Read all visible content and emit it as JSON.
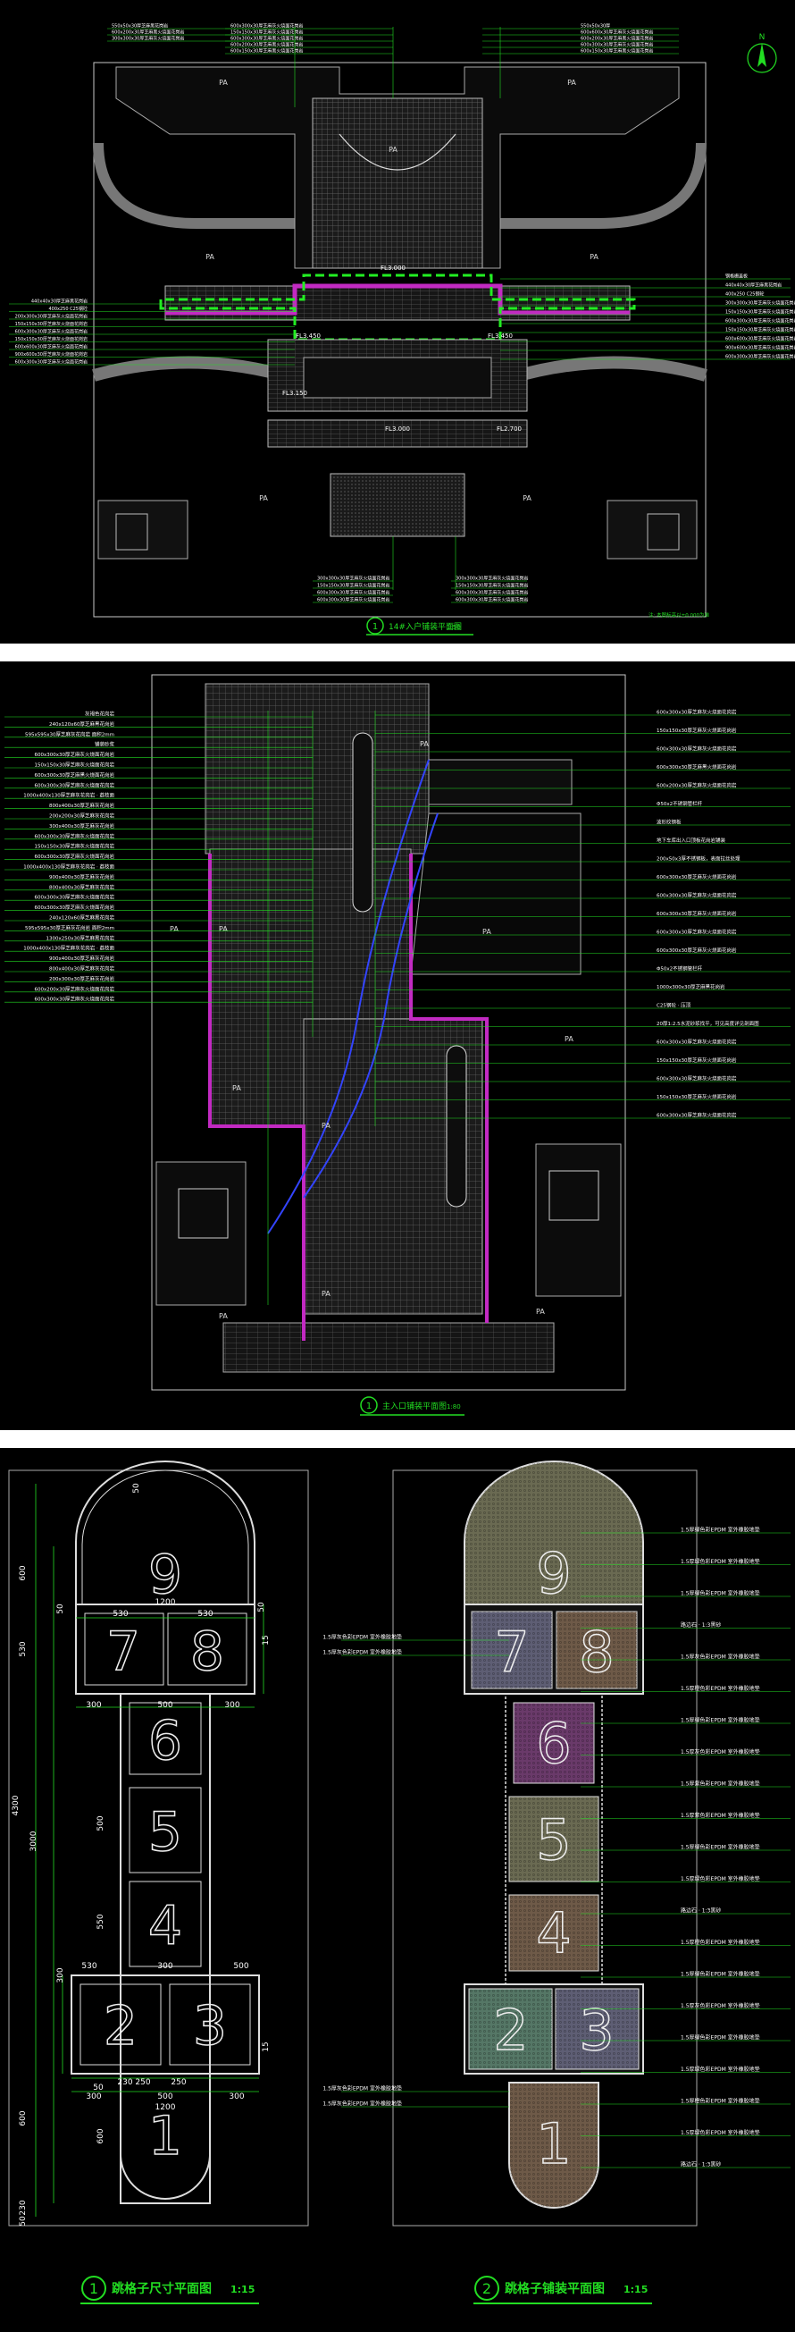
{
  "colors": {
    "background": "#000000",
    "separator": "#ffffff",
    "leader_line": "#22dd22",
    "outline": "#d8d8d8",
    "paving": "#6a6a6a",
    "magenta": "#c22ac2",
    "blue": "#3344ff",
    "tile_9": "#6a6a52",
    "tile_8": "#6e5a48",
    "tile_7": "#5e5e74",
    "tile_6": "#6a3a6a",
    "tile_5": "#6a6a52",
    "tile_4": "#6e5a48",
    "tile_3": "#5e5e74",
    "tile_2": "#557766",
    "tile_1": "#6e5a48"
  },
  "plan1": {
    "north_arrow_letter": "N",
    "area_label": "PA",
    "elevations": [
      "FL3.000",
      "FL3.450",
      "FL3.450",
      "FL3.150",
      "FL3.000",
      "FL2.700"
    ],
    "top_left_notes": [
      "550x50x30厚芝麻黑花岗岩",
      "600x200x30厚芝麻黑火烧面花岗岩",
      "300x300x30厚芝麻灰火烧面花岗岩"
    ],
    "top_mid_notes": [
      "600x300x30厚芝麻灰火烧面花岗岩",
      "150x150x30厚芝麻灰火烧面花岗岩",
      "600x300x30厚芝麻黑火烧面花岗岩",
      "600x200x30厚芝麻黑火烧面花岗岩",
      "600x150x30厚芝麻黑火烧面花岗岩"
    ],
    "top_right_notes": [
      "550x50x30厚",
      "600x600x30厚芝麻灰火烧面花岗岩",
      "600x200x30厚芝麻黑火烧面花岗岩",
      "600x300x30厚芝麻灰火烧面花岗岩",
      "600x150x30厚芝麻黑火烧面花岗岩"
    ],
    "left_notes": [
      "440x40x30厚芝麻黑花岗岩",
      "400x250 C25钢砼",
      "200x300x30厚芝麻灰火烧面花岗岩",
      "150x150x30厚芝麻灰火烧面花岗岩",
      "600x300x30厚芝麻灰火烧面花岗岩",
      "150x150x30厚芝麻灰火烧面花岗岩",
      "600x600x30厚芝麻灰火烧面花岗岩",
      "900x600x30厚芝麻灰火烧面花岗岩",
      "600x300x30厚芝麻灰火烧面花岗岩"
    ],
    "right_notes": [
      "钢格栅盖板",
      "440x40x30厚芝麻黑花岗岩",
      "400x250 C25钢砼",
      "300x300x30厚芝麻灰火烧面花岗岩",
      "150x150x30厚芝麻灰火烧面花岗岩",
      "600x300x30厚芝麻灰火烧面花岗岩",
      "150x150x30厚芝麻灰火烧面花岗岩",
      "600x600x30厚芝麻灰火烧面花岗岩",
      "900x600x30厚芝麻灰火烧面花岗岩",
      "600x300x30厚芝麻灰火烧面花岗岩"
    ],
    "bottom_left_notes": [
      "300x300x30厚芝麻灰火烧面花岗岩",
      "150x150x30厚芝麻灰火烧面花岗岩",
      "600x300x30厚芝麻灰火烧面花岗岩",
      "600x300x30厚芝麻灰火烧面花岗岩"
    ],
    "bottom_right_notes": [
      "300x300x30厚芝麻灰火烧面花岗岩",
      "150x150x30厚芝麻灰火烧面花岗岩",
      "600x300x30厚芝麻灰火烧面花岗岩",
      "600x300x30厚芝麻灰火烧面花岗岩"
    ],
    "title_number": "1",
    "title_text": "14#入户铺装平面图",
    "title_scale": "1:50",
    "footnote": "注: 本图标高以±0.000为准"
  },
  "plan2": {
    "area_label": "PA",
    "left_notes": [
      "灰褐色花岗岩",
      "240x120x60厚芝麻黑花岗岩",
      "595x595x30厚芝麻灰花岗岩 面积2mm",
      "铺装砂浆",
      "600x300x30厚芝麻灰火烧面花岗岩",
      "150x150x30厚芝麻灰火烧面花岗岩",
      "600x300x30厚芝麻黑火烧面花岗岩",
      "600x300x30厚芝麻灰火烧面花岗岩",
      "1000x400x130厚芝麻灰花岗岩 · 荔枝面",
      "800x400x30厚芝麻灰花岗岩",
      "200x200x30厚芝麻灰花岗岩",
      "300x400x30厚芝麻灰花岗岩",
      "600x300x30厚芝麻灰火烧面花岗岩",
      "150x150x30厚芝麻灰火烧面花岗岩",
      "600x300x30厚芝麻灰火烧面花岗岩",
      "1000x400x130厚芝麻灰花岗岩 · 荔枝面",
      "900x400x30厚芝麻灰花岗岩",
      "800x400x30厚芝麻灰花岗岩",
      "600x300x30厚芝麻灰火烧面花岗岩",
      "600x300x30厚芝麻灰火烧面花岗岩",
      "240x120x60厚芝麻黑花岗岩",
      "595x595x30厚芝麻灰花岗岩 面积2mm",
      "1300x250x30厚芝麻黑花岗岩",
      "1000x400x130厚芝麻灰花岗岩 · 荔枝面",
      "900x400x30厚芝麻灰花岗岩",
      "800x400x30厚芝麻灰花岗岩",
      "200x300x30厚芝麻灰花岗岩",
      "600x200x30厚芝麻灰火烧面花岗岩",
      "600x300x30厚芝麻灰火烧面花岗岩"
    ],
    "right_notes": [
      "600x300x30厚芝麻灰火烧面花岗岩",
      "150x150x30厚芝麻灰火烧面花岗岩",
      "600x300x30厚芝麻灰火烧面花岗岩",
      "600x300x30厚芝麻黑火烧面花岗岩",
      "600x200x30厚芝麻灰火烧面花岗岩",
      "Φ50x2不锈钢管栏杆",
      "波形纹钢板",
      "地下车库出入口顶板花岗岩铺装",
      "200x50x3厚不锈钢板，表面拉丝处理",
      "600x300x30厚芝麻灰火烧面花岗岩",
      "600x300x30厚芝麻灰火烧面花岗岩",
      "600x300x30厚芝麻灰火烧面花岗岩",
      "600x300x30厚芝麻灰火烧面花岗岩",
      "600x300x30厚芝麻灰火烧面花岗岩",
      "Φ50x2不锈钢管栏杆",
      "1000x300x30厚芝麻黑花岗岩",
      "C25钢砼 · 压顶",
      "20厚1:2.5水泥砂浆找平，可见高度详见剖面图",
      "600x300x30厚芝麻灰火烧面花岗岩",
      "150x150x30厚芝麻灰火烧面花岗岩",
      "600x300x30厚芝麻灰火烧面花岗岩",
      "150x150x30厚芝麻灰火烧面花岗岩",
      "600x300x30厚芝麻灰火烧面花岗岩"
    ],
    "title_number": "1",
    "title_text": "主入口铺装平面图",
    "title_scale": "1:80"
  },
  "hopscotch_dims": {
    "numbers": [
      "9",
      "8",
      "7",
      "6",
      "5",
      "4",
      "3",
      "2",
      "1"
    ],
    "dims": [
      "600",
      "1200",
      "530",
      "530",
      "530",
      "50",
      "50",
      "300",
      "500",
      "300",
      "500",
      "550",
      "530",
      "300",
      "500",
      "300",
      "50",
      "230",
      "250",
      "250",
      "300",
      "500",
      "300",
      "1200",
      "600",
      "600",
      "4300",
      "3000",
      "230",
      "50",
      "15",
      "15",
      "50"
    ],
    "title_number": "1",
    "title_text": "跳格子尺寸平面图",
    "title_scale": "1:15"
  },
  "hopscotch_paving": {
    "numbers": [
      "9",
      "8",
      "7",
      "6",
      "5",
      "4",
      "3",
      "2",
      "1"
    ],
    "right_notes": [
      "1.5厚绿色彩EPDM 室外橡胶地垫",
      "1.5厚绿色彩EPDM 室外橡胶地垫",
      "1.5厚绿色彩EPDM 室外橡胶地垫",
      "路边石 · 1:3黑砂",
      "1.5厚灰色彩EPDM 室外橡胶地垫",
      "1.5厚橙色彩EPDM 室外橡胶地垫",
      "1.5厚绿色彩EPDM 室外橡胶地垫",
      "1.5厚灰色彩EPDM 室外橡胶地垫",
      "1.5厚紫色彩EPDM 室外橡胶地垫",
      "1.5厚紫色彩EPDM 室外橡胶地垫",
      "1.5厚绿色彩EPDM 室外橡胶地垫",
      "1.5厚绿色彩EPDM 室外橡胶地垫",
      "路边石 · 1:3黑砂",
      "1.5厚橙色彩EPDM 室外橡胶地垫",
      "1.5厚绿色彩EPDM 室外橡胶地垫",
      "1.5厚灰色彩EPDM 室外橡胶地垫",
      "1.5厚绿色彩EPDM 室外橡胶地垫",
      "1.5厚绿色彩EPDM 室外橡胶地垫",
      "1.5厚橙色彩EPDM 室外橡胶地垫",
      "1.5厚绿色彩EPDM 室外橡胶地垫",
      "路边石 · 1:3黑砂"
    ],
    "left_notes": [
      "1.5厚灰色彩EPDM 室外橡胶地垫",
      "1.5厚灰色彩EPDM 室外橡胶地垫",
      "1.5厚灰色彩EPDM 室外橡胶地垫",
      "1.5厚灰色彩EPDM 室外橡胶地垫"
    ],
    "title_number": "2",
    "title_text": "跳格子铺装平面图",
    "title_scale": "1:15"
  }
}
